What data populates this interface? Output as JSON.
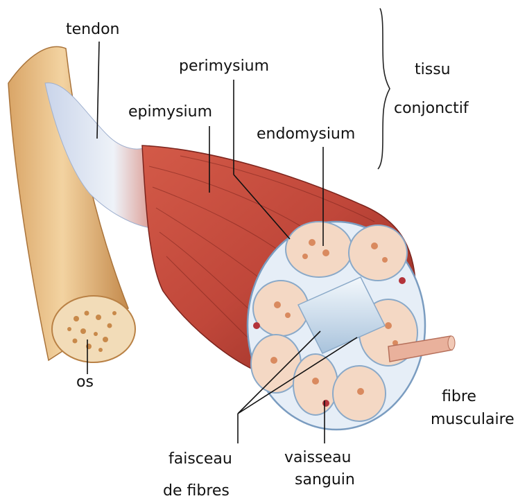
{
  "labels": {
    "tendon": "tendon",
    "perimysium": "perimysium",
    "epimysium": "epimysium",
    "endomysium": "endomysium",
    "tissu": "tissu",
    "conjonctif": "conjonctif",
    "os": "os",
    "fibre": "fibre",
    "musculaire": "musculaire",
    "faisceau": "faisceau",
    "de_fibres": "de fibres",
    "vaisseau": "vaisseau",
    "sanguin": "sanguin"
  },
  "colors": {
    "muscle": "#c0473a",
    "muscle_dark": "#8e2a22",
    "bone": "#e8bf86",
    "bone_shadow": "#c9965a",
    "tendon": "#dfe6f2",
    "fascicle": "#f4d8c4",
    "vessel": "#dbe9f5"
  }
}
